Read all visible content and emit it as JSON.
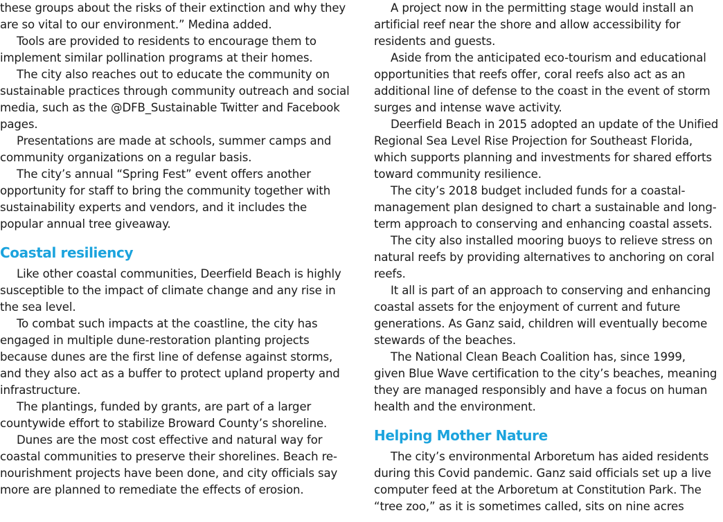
{
  "left_column": {
    "top_paragraphs": [
      "these groups about the risks of their extinction and why they are so vital to our environment.” Medina added.",
      "Tools are provided to residents to encourage them to implement similar pollination programs at their homes.",
      "The city also reaches out to educate the community on sustainable practices through community outreach and social media, such as the @DFB_Sustainable Twitter and Facebook pages.",
      "Presentations are made at schools, summer camps and community organizations on a regular basis.",
      "The city’s annual “Spring Fest” event offers another opportunity for staff to bring the community together with sustainability experts and vendors, and it includes the popular annual tree giveaway."
    ],
    "heading": "Coastal resiliency",
    "section_paragraphs": [
      "Like other coastal communities, Deerfield Beach is highly susceptible to the impact of climate change and any rise in the sea level.",
      "To combat such impacts at the coastline, the city has engaged in multiple dune-restoration planting projects because dunes are the first line of defense against storms, and they also act as a buffer to protect upland property and infrastructure.",
      "The plantings, funded by grants, are part of a larger countywide effort to stabilize Broward County’s shoreline.",
      "Dunes are the most cost effective and natural way for coastal communities to preserve their shorelines. Beach re-nourishment projects have been done, and city officials say more are planned to remediate the effects of erosion."
    ]
  },
  "right_column": {
    "top_paragraphs": [
      "A project now in the permitting stage would install an artificial reef near the shore and allow accessibility for residents and guests.",
      "Aside from the anticipated eco-tourism and educational opportunities that reefs offer, coral reefs also act as an additional line of defense to the coast in the event of storm surges and intense wave activity.",
      "Deerfield Beach in 2015 adopted an update of the Unified Regional Sea Level Rise Projection for Southeast Florida, which supports planning and investments for shared efforts toward community resilience.",
      "The city’s 2018 budget included funds for a coastal-management plan designed to chart a sustainable and long-term approach to conserving and enhancing coastal assets.",
      "The city also installed mooring buoys to relieve stress on natural reefs by providing alternatives to anchoring on coral reefs.",
      "It all is part of an approach to conserving and enhancing coastal assets for the enjoyment of current and future generations. As Ganz said, children will eventually become stewards of the beaches.",
      "The National Clean Beach Coalition has, since 1999, given Blue Wave certification to the city’s beaches, meaning they are managed responsibly and have a focus on human health and the environment."
    ],
    "heading": "Helping Mother Nature",
    "section_paragraphs": [
      "The city’s environmental Arboretum has aided residents during this Covid pandemic. Ganz said officials set up a live computer feed at the Arboretum at Constitution Park. The “tree zoo,” as it is sometimes called, sits on nine acres"
    ]
  },
  "colors": {
    "heading": "#1ba3dd",
    "body_text": "#1a1a1a"
  }
}
